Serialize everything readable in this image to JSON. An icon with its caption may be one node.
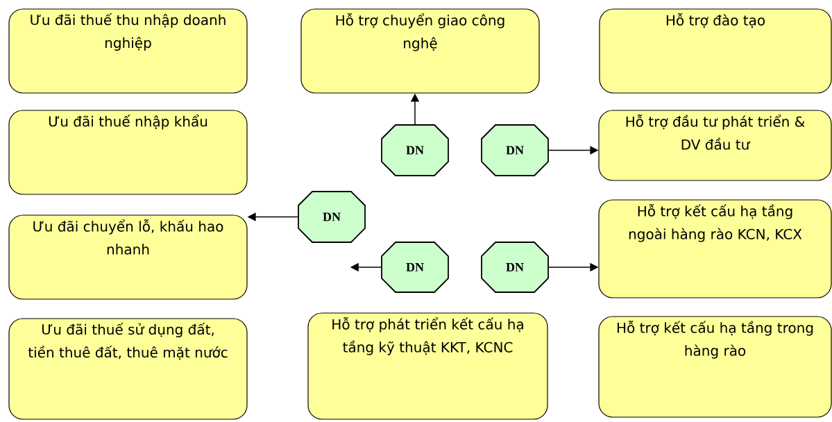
{
  "diagram": {
    "nodes": [
      {
        "text": [
          "Ưu đãi thuế thu nhập doanh nghiệp"
        ]
      },
      {
        "text": [
          "Hỗ trợ chuyển giao công nghệ"
        ]
      },
      {
        "text": [
          "Hỗ trợ đào tạo"
        ]
      },
      {
        "text": [
          "Ưu đãi thuế nhập khẩu"
        ]
      },
      {
        "text": [
          "DN"
        ]
      },
      {
        "text": [
          "DN"
        ]
      },
      {
        "text": [
          "Hỗ trợ đầu tư phát triển & DV đầu tư"
        ]
      },
      {
        "text": [
          "DN"
        ]
      },
      {
        "text": [
          "Ưu đãi chuyển lỗ, khấu hao nhanh"
        ]
      },
      {
        "text": [
          "Hỗ trợ kết cấu hạ tầng ngoài hàng rào KCN, KCX"
        ]
      },
      {
        "text": [
          "DN"
        ]
      },
      {
        "text": [
          "DN"
        ]
      },
      {
        "text": [
          "Ưu đãi thuế sử dụng đất, tiền thuê đất, thuê mặt nước"
        ]
      },
      {
        "text": [
          "Hỗ trợ phát triển kết cấu hạ tầng kỹ thuật KKT, KCNC"
        ]
      },
      {
        "text": [
          "Hỗ trợ kết cấu hạ tầng trong hàng rào"
        ]
      }
    ],
    "edges": [
      {
        "from": 4,
        "to": 1,
        "arrow": "to"
      },
      {
        "from": 5,
        "to": 6,
        "arrow": "to"
      },
      {
        "from": 7,
        "to": 8,
        "arrow": "to"
      },
      {
        "from": 10,
        "to": null,
        "arrow": "to"
      },
      {
        "from": 11,
        "to": 9,
        "arrow": "to"
      }
    ]
  }
}
